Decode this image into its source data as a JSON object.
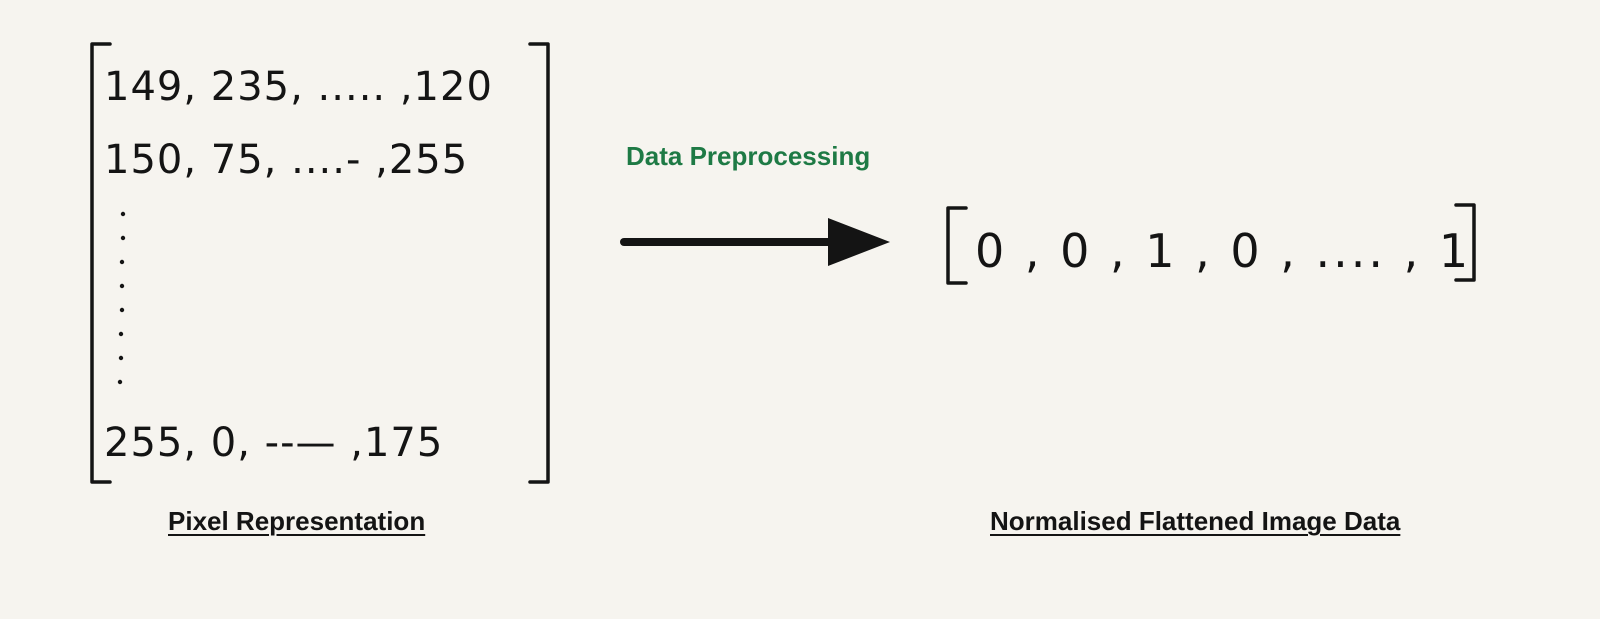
{
  "matrix": {
    "rows": [
      "149, 235, ..... ,120",
      "150, 75, ....- ,255",
      "255, 0, --— ,175"
    ]
  },
  "process": {
    "label": "Data Preprocessing"
  },
  "output": {
    "vector": "0 , 0 , 1 , 0 , .... , 1"
  },
  "captions": {
    "left": "Pixel Representation",
    "right": "Normalised Flattened Image Data"
  },
  "colors": {
    "background": "#f6f4ef",
    "ink": "#141414",
    "process_label": "#1e7a45"
  }
}
